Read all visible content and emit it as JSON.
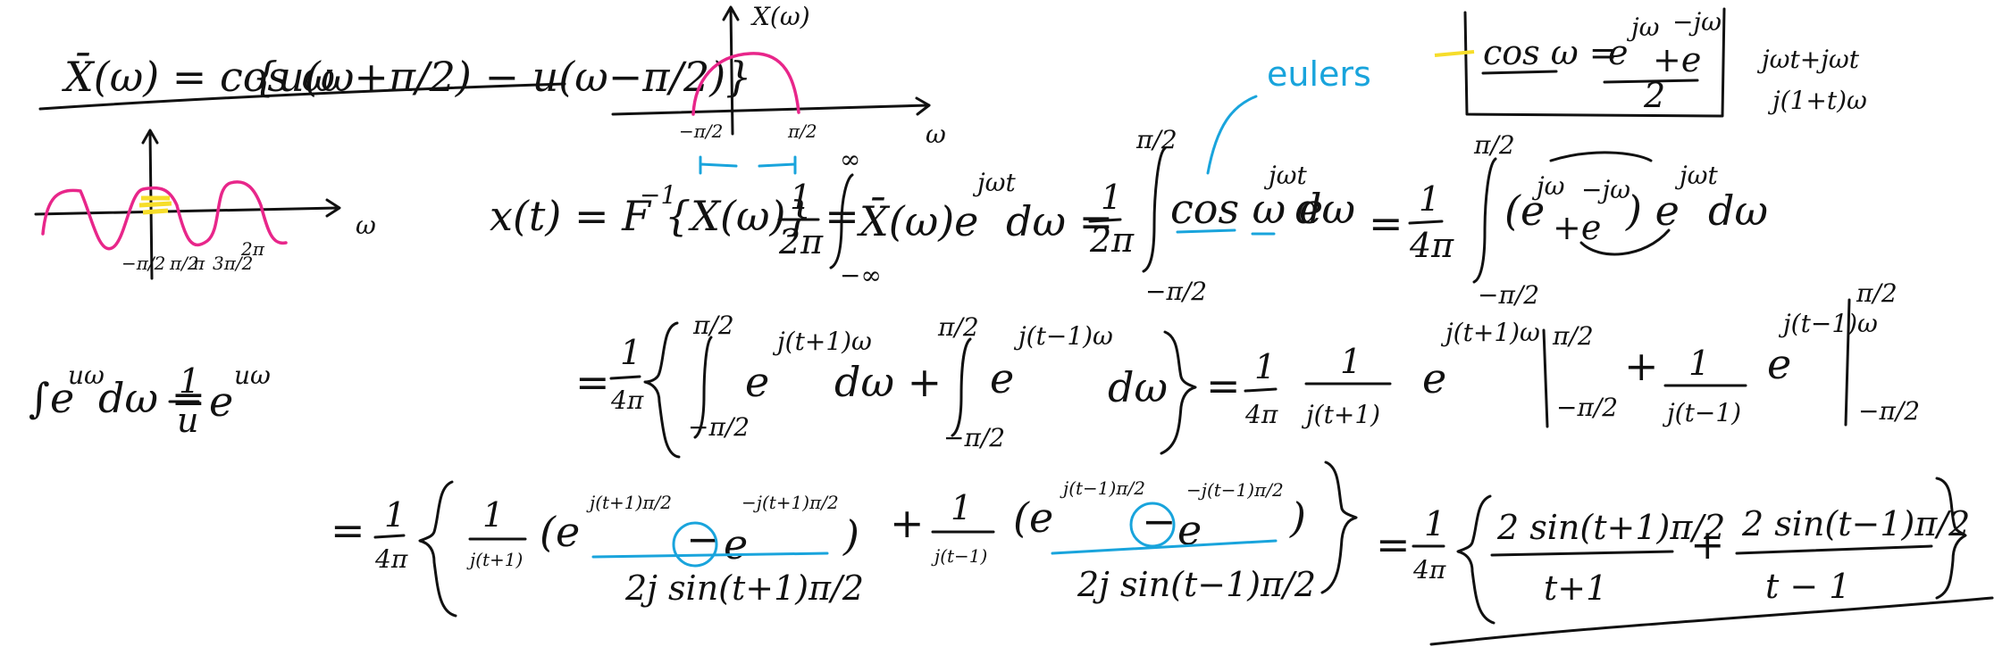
{
  "definition": {
    "lhs": "X̄(ω) = cos ω",
    "rhs": "{u(ω+π/2) − u(ω−π/2)}"
  },
  "plot_left": {
    "axis_label": "ω",
    "ticks": [
      "−π/2",
      "π/2",
      "π",
      "3π/2",
      "2π"
    ]
  },
  "plot_top": {
    "y_label": "X(ω)",
    "x_label": "ω",
    "tick_left": "−π/2",
    "tick_right": "π/2"
  },
  "euler_box": {
    "lhs": "cos ω =",
    "num_a": "e",
    "sup_a": "jω",
    "plus": "+e",
    "sup_b": "−jω",
    "den": "2"
  },
  "annotation_euler": "eulers",
  "side_note": {
    "top": "jωt+jωt",
    "bottom": "j(1+t)ω"
  },
  "identity": {
    "lhs": "∫e",
    "sup_lhs": "uω",
    "dw": "dω = ",
    "frac_num": "1",
    "frac_den": "u",
    "rhs": "e",
    "sup_rhs": "uω"
  },
  "line1": {
    "start": "x(t) = F",
    "inv": "−1",
    "brace": "{X(ω)} =",
    "c1_num": "1",
    "c1_den": "2π",
    "int_top": "∞",
    "int_bot": "−∞",
    "body1": "X̄(ω)e",
    "sup1": "jωt",
    "dw1": "dω =",
    "c2_num": "1",
    "c2_den": "2π",
    "lim_top": "π/2",
    "lim_bot": "−π/2",
    "body2": "cos ω e",
    "sup2": "jωt",
    "dw2": "dω",
    "eq3": "=",
    "c3_num": "1",
    "c3_den": "4π",
    "lim3_top": "π/2",
    "lim3_bot": "−π/2",
    "body3": "(e",
    "sup3a": "jω",
    "plus3": "+e",
    "sup3b": "−jω",
    "close3": ") e",
    "sup3c": "jωt",
    "dw3": "dω"
  },
  "line2": {
    "eq": "=",
    "c_num": "1",
    "c_den": "4π",
    "lim_top": "π/2",
    "lim_bot": "−π/2",
    "e1": "e",
    "sup1": "j(t+1)ω",
    "dw1": "dω +",
    "lim2_top": "π/2",
    "lim2_bot": "−π/2",
    "e2": "e",
    "sup2": "j(t−1)ω",
    "dw2": "dω",
    "eq2": "=",
    "c2_num": "1",
    "c2_den": "4π",
    "f1_num": "1",
    "f1_den": "j(t+1)",
    "e3": "e",
    "sup3": "j(t+1)ω",
    "eval1_top": "π/2",
    "eval1_bot": "−π/2",
    "plus": "+",
    "f2_num": "1",
    "f2_den": "j(t−1)",
    "e4": "e",
    "sup4": "j(t−1)ω",
    "eval2_top": "π/2",
    "eval2_bot": "−π/2"
  },
  "line3": {
    "eq": "=",
    "c_num": "1",
    "c_den": "4π",
    "f1_num": "1",
    "f1_den": "j(t+1)",
    "p1": "(e",
    "sup1a": "j(t+1)π/2",
    "minus1": "−",
    "e1b": "e",
    "sup1b": "−j(t+1)π/2",
    "close1": ")",
    "under1": "2j sin(t+1)π/2",
    "plus": "+",
    "f2_num": "1",
    "f2_den": "j(t−1)",
    "p2": "(e",
    "sup2a": "j(t−1)π/2",
    "minus2": "−",
    "e2b": "e",
    "sup2b": "−j(t−1)π/2",
    "close2": ")",
    "under2": "2j sin(t−1)π/2",
    "eq2": "=",
    "c2_num": "1",
    "c2_den": "4π",
    "r1_num": "2 sin(t+1)π/2",
    "r1_den": "t+1",
    "plus2": "+",
    "r2_num": "2 sin(t−1)π/2",
    "r2_den": "t − 1"
  }
}
